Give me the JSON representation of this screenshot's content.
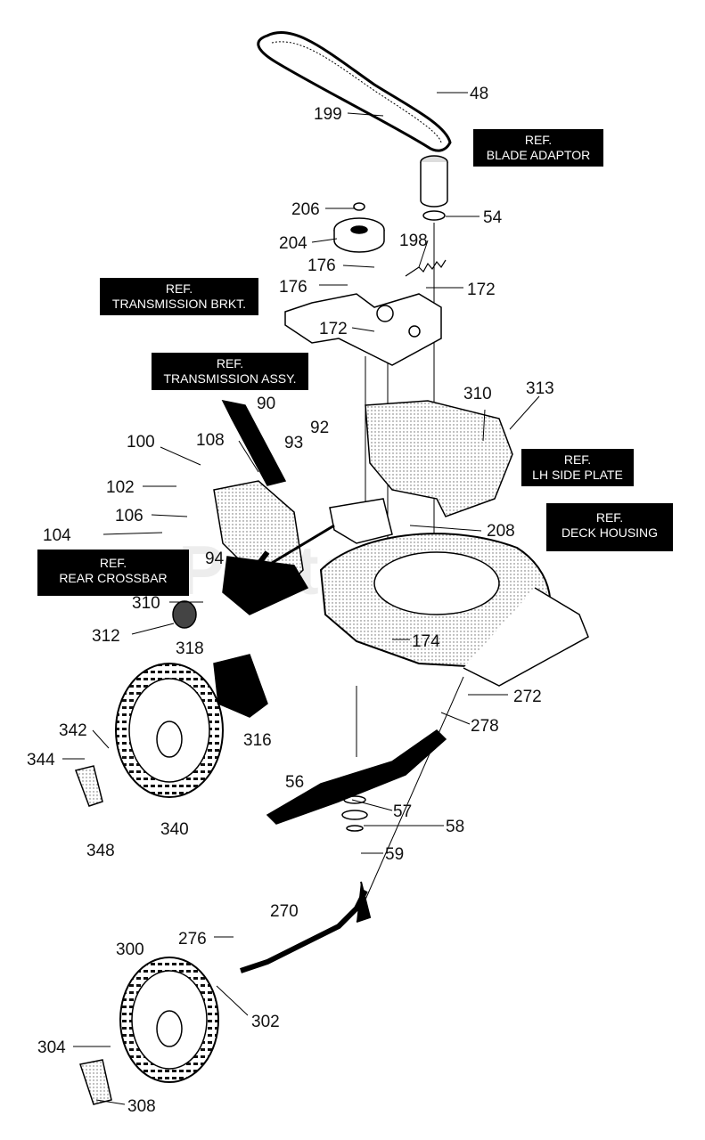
{
  "watermark": "PartsTree",
  "refs": [
    {
      "id": "blade-adaptor",
      "lines": [
        "REF.",
        "BLADE ADAPTOR"
      ]
    },
    {
      "id": "transmission-brkt",
      "lines": [
        "REF.",
        "TRANSMISSION BRKT."
      ]
    },
    {
      "id": "transmission-assy",
      "lines": [
        "REF.",
        "TRANSMISSION ASSY."
      ]
    },
    {
      "id": "lh-side-plate",
      "lines": [
        "REF.",
        "LH SIDE PLATE"
      ]
    },
    {
      "id": "deck-housing",
      "lines": [
        "REF.",
        "DECK HOUSING"
      ]
    },
    {
      "id": "rear-crossbar",
      "lines": [
        "REF.",
        "REAR CROSSBAR"
      ]
    }
  ],
  "part_numbers": [
    "48",
    "199",
    "206",
    "54",
    "204",
    "198",
    "176",
    "176",
    "172",
    "172",
    "310",
    "313",
    "90",
    "100",
    "108",
    "92",
    "93",
    "102",
    "106",
    "104",
    "208",
    "94",
    "310",
    "312",
    "318",
    "174",
    "272",
    "278",
    "342",
    "344",
    "316",
    "56",
    "57",
    "58",
    "340",
    "348",
    "59",
    "270",
    "276",
    "300",
    "302",
    "304",
    "308"
  ]
}
